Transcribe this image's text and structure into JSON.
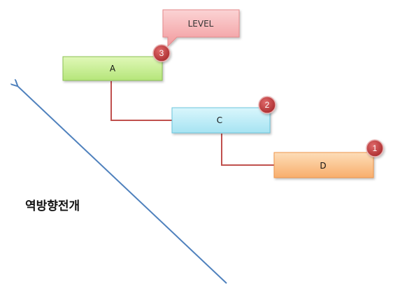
{
  "callout": {
    "label": "LEVEL"
  },
  "nodes": {
    "a": {
      "label": "A",
      "level": "3"
    },
    "c": {
      "label": "C",
      "level": "2"
    },
    "d": {
      "label": "D",
      "level": "1"
    }
  },
  "direction_label": "역방향전개",
  "colors": {
    "node_a": "#C6F08E",
    "node_c": "#B8ECF7",
    "node_d": "#FBC08A",
    "callout": "#F7AEB0",
    "badge": "#C0393B",
    "connector": "#C0504D",
    "arrow": "#4F81BD"
  }
}
